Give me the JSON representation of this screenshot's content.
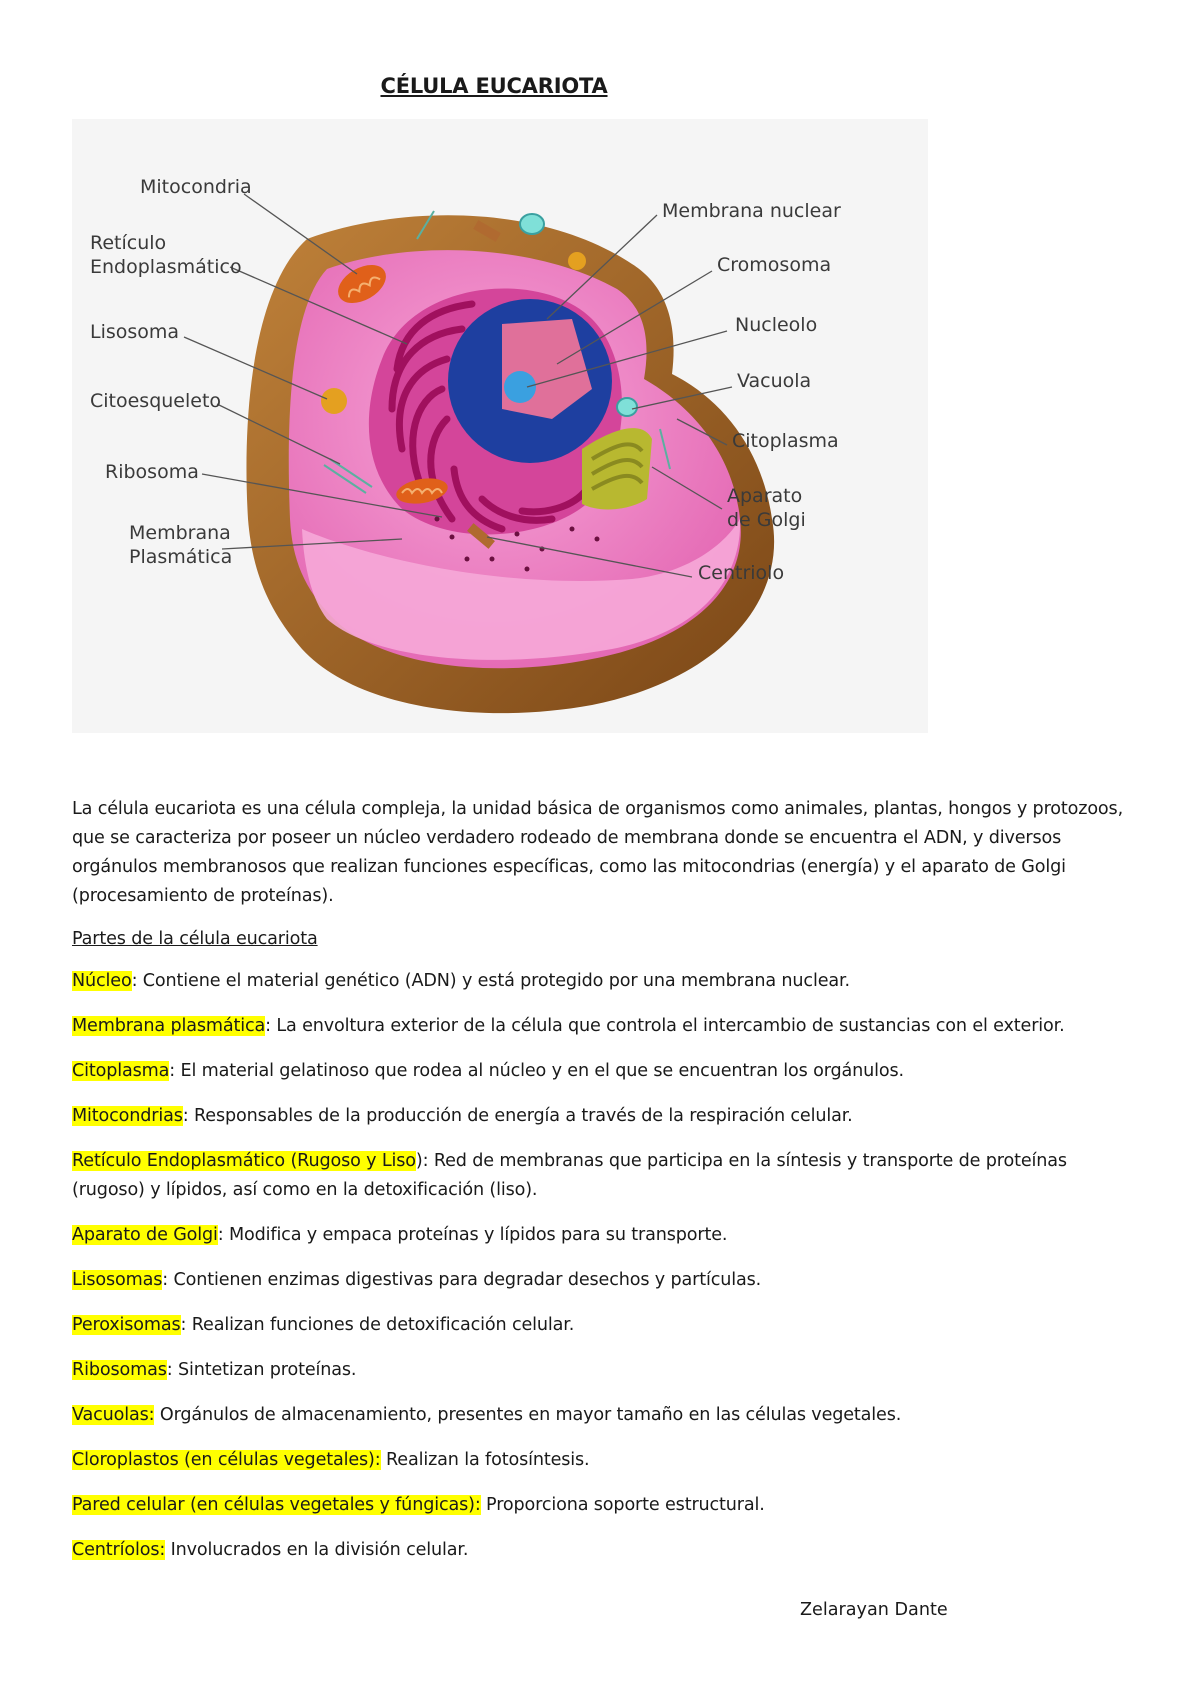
{
  "document": {
    "title": "CÉLULA EUCARIOTA",
    "intro": "La célula eucariota es una célula compleja, la unidad básica de organismos como animales, plantas, hongos y protozoos, que se caracteriza por poseer un núcleo verdadero rodeado de membrana donde se encuentra el ADN, y diversos orgánulos membranosos que realizan funciones específicas, como las mitocondrias (energía) y el aparato de Golgi (procesamiento de proteínas).",
    "subtitle": "Partes de la célula eucariota",
    "parts": [
      {
        "term": "Núcleo",
        "desc": ": Contiene el material genético (ADN) y está protegido por una membrana nuclear."
      },
      {
        "term": "Membrana plasmática",
        "desc": ": La envoltura exterior de la célula que controla el intercambio de sustancias con el exterior."
      },
      {
        "term": "Citoplasma",
        "desc": ": El material gelatinoso que rodea al núcleo y en el que se encuentran los orgánulos."
      },
      {
        "term": "Mitocondrias",
        "desc": ": Responsables de la producción de energía a través de la respiración celular."
      },
      {
        "term": "Retículo Endoplasmático (Rugoso y Liso",
        "desc": "): Red de membranas que participa en la síntesis y transporte de proteínas (rugoso) y lípidos, así como en la detoxificación (liso)."
      },
      {
        "term": "Aparato de Golgi",
        "desc": ": Modifica y empaca proteínas y lípidos para su transporte."
      },
      {
        "term": "Lisosomas",
        "desc": ": Contienen enzimas digestivas para degradar desechos y partículas."
      },
      {
        "term": "Peroxisomas",
        "desc": ": Realizan funciones de detoxificación celular."
      },
      {
        "term": "Ribosomas",
        "desc": ": Sintetizan proteínas."
      },
      {
        "term": "Vacuolas:",
        "desc": " Orgánulos de almacenamiento, presentes en mayor tamaño en las células vegetales."
      },
      {
        "term": "Cloroplastos (en células vegetales):",
        "desc": " Realizan la fotosíntesis."
      },
      {
        "term": "Pared celular (en células vegetales y fúngicas):",
        "desc": " Proporciona soporte estructural."
      },
      {
        "term": "Centríolos:",
        "desc": " Involucrados en la división celular."
      }
    ],
    "author": "Zelarayan Dante"
  },
  "diagram": {
    "labels": {
      "mitocondria": "Mitocondria",
      "reticulo_1": "Retículo",
      "reticulo_2": "Endoplasmático",
      "lisosoma": "Lisosoma",
      "citoesqueleto": "Citoesqueleto",
      "ribosoma": "Ribosoma",
      "membrana_plasmatica_1": "Membrana",
      "membrana_plasmatica_2": "Plasmática",
      "membrana_nuclear": "Membrana nuclear",
      "cromosoma": "Cromosoma",
      "nucleolo": "Nucleolo",
      "vacuola": "Vacuola",
      "citoplasma": "Citoplasma",
      "golgi_1": "Aparato",
      "golgi_2": "de Golgi",
      "centriolo": "Centriolo"
    },
    "colors": {
      "membrane": "#9a5a22",
      "cytoplasm": "#f07cc0",
      "er": "#b0106a",
      "nucleus": "#1e3fa0",
      "nucleolus": "#3aa0e0",
      "golgi": "#b8b830",
      "mitochondria": "#e0601a",
      "highlight": "#ffff00"
    }
  }
}
